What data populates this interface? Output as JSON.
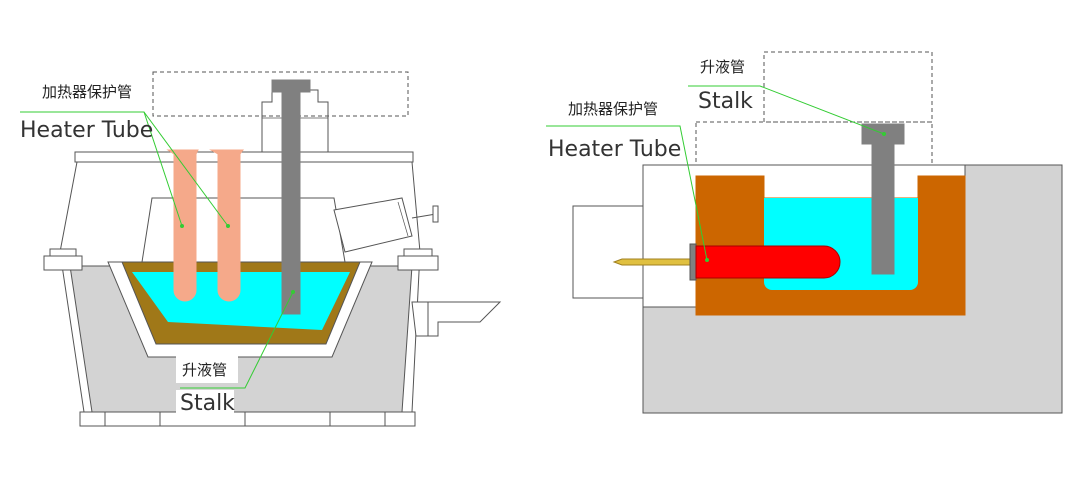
{
  "left_diagram": {
    "heater_tube_label_cn": "加热器保护管",
    "heater_tube_label_en": "Heater Tube",
    "stalk_label_cn": "升液管",
    "stalk_label_en": "Stalk"
  },
  "right_diagram": {
    "heater_tube_label_cn": "加热器保护管",
    "heater_tube_label_en": "Heater Tube",
    "stalk_label_cn": "升液管",
    "stalk_label_en": "Stalk"
  },
  "colors": {
    "outline": "#555555",
    "furnace_gray": "#d3d3d3",
    "liquid_cyan": "#00ffff",
    "crucible_brown_left": "#a07818",
    "crucible_brown_right": "#cc6600",
    "heater_tube_salmon": "#f5a98a",
    "heater_tube_red": "#ff0000",
    "stalk_gray": "#808080",
    "leader_green": "#33cc33",
    "thermocouple_gold": "#e0c040"
  }
}
